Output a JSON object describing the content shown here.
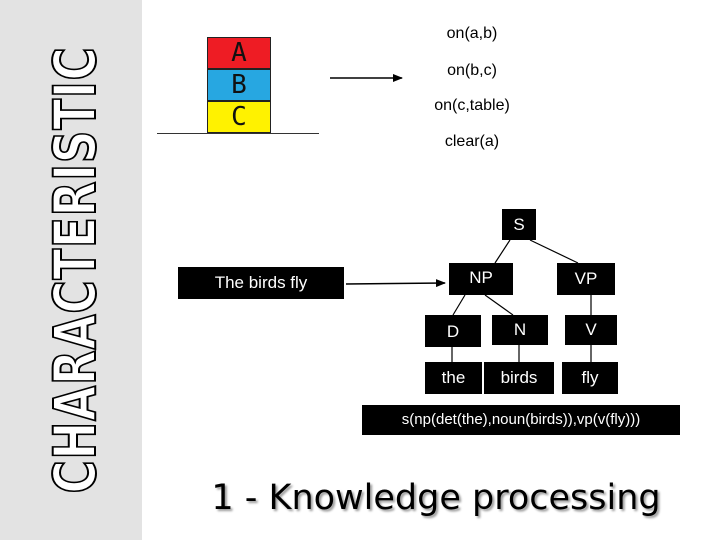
{
  "sidebar": {
    "title": "CHARACTERISTIC"
  },
  "blocks": [
    {
      "label": "A",
      "color": "#ee1c24"
    },
    {
      "label": "B",
      "color": "#27a7e1"
    },
    {
      "label": "C",
      "color": "#fff200"
    }
  ],
  "predicates": [
    "on(a,b)",
    "on(b,c)",
    "on(c,table)",
    "clear(a)"
  ],
  "sentence": "The birds fly",
  "tree": {
    "s": "S",
    "np": "NP",
    "vp": "VP",
    "d": "D",
    "n": "N",
    "v": "V",
    "w1": "the",
    "w2": "birds",
    "w3": "fly"
  },
  "formula": "s(np(det(the),noun(birds)),vp(v(fly)))",
  "footer_title": "1 - Knowledge processing"
}
